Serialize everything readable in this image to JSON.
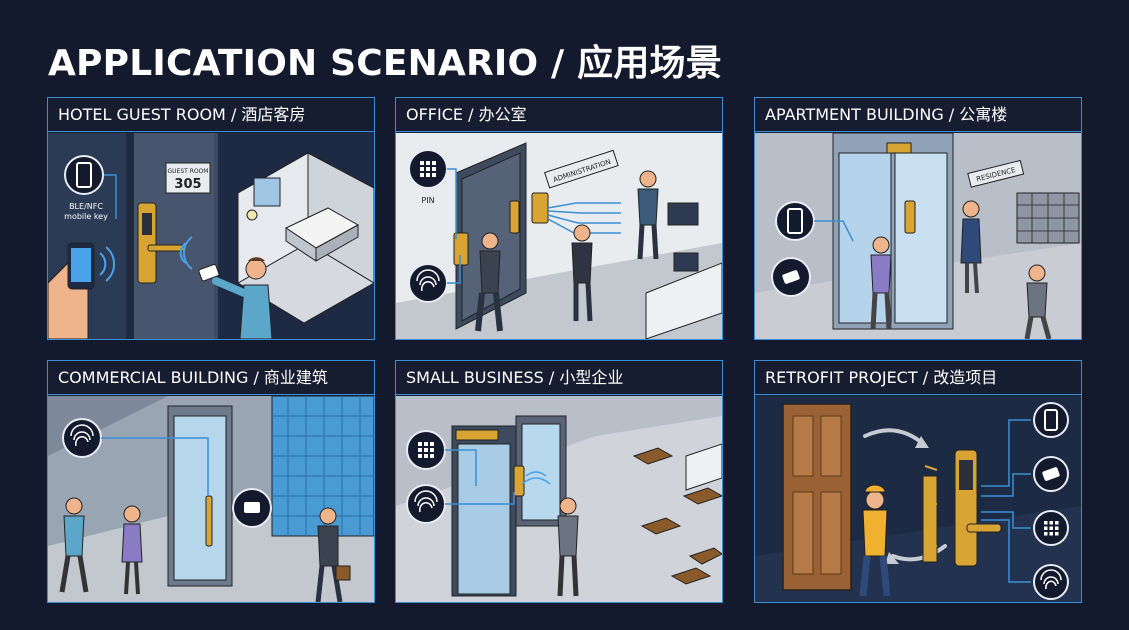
{
  "page": {
    "title": "APPLICATION SCENARIO / 应用场景"
  },
  "colors": {
    "background": "#141a2e",
    "accent_blue": "#3a8fd6",
    "lock_gold": "#d8a534",
    "wall_gray": "#b9bfc8",
    "floor_gray": "#c9cdd3"
  },
  "scenarios": [
    {
      "title": "HOTEL GUEST ROOM / 酒店客房",
      "room_sign_line1": "GUEST ROOM",
      "room_number": "305",
      "mobile_key_label_line1": "BLE/NFC",
      "mobile_key_label_line2": "mobile key",
      "icons": [
        "smartphone-icon",
        "bluetooth-icon",
        "nfc-wave-icon",
        "key-card-icon"
      ]
    },
    {
      "title": "OFFICE / 办公室",
      "wall_sign": "ADMINISTRATION",
      "pin_label": "PIN",
      "icons": [
        "keypad-icon",
        "fingerprint-icon"
      ]
    },
    {
      "title": "APARTMENT BUILDING / 公寓楼",
      "wall_sign": "RESIDENCE",
      "icons": [
        "smartphone-icon",
        "key-card-icon"
      ]
    },
    {
      "title": "COMMERCIAL BUILDING / 商业建筑",
      "icons": [
        "fingerprint-icon",
        "key-card-icon"
      ]
    },
    {
      "title": "SMALL BUSINESS / 小型企业",
      "icons": [
        "keypad-icon",
        "fingerprint-icon"
      ]
    },
    {
      "title": "RETROFIT PROJECT / 改造项目",
      "icons": [
        "smartphone-icon",
        "key-card-icon",
        "keypad-icon",
        "fingerprint-icon"
      ]
    }
  ]
}
